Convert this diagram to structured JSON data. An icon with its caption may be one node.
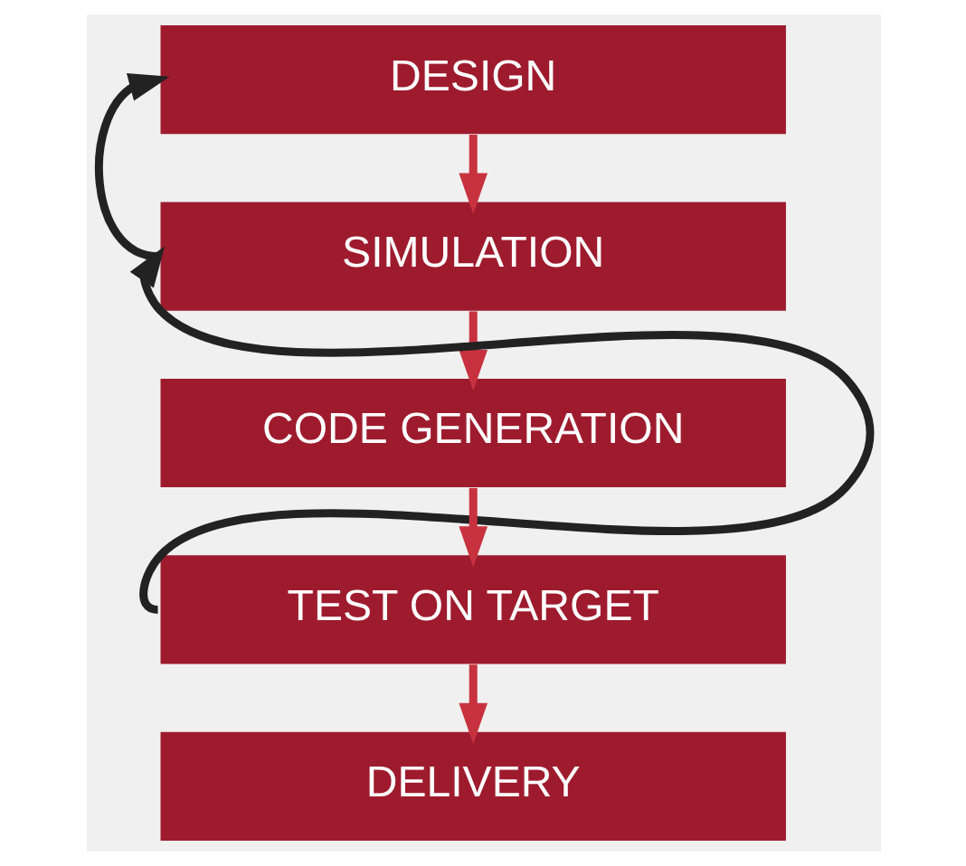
{
  "diagram": {
    "nodes": [
      {
        "text": [
          "DESIGN"
        ]
      },
      {
        "text": [
          "SIMULATION"
        ]
      },
      {
        "text": [
          "CODE GENERATION"
        ]
      },
      {
        "text": [
          "TEST ON TARGET"
        ]
      },
      {
        "text": [
          "DELIVERY"
        ]
      }
    ],
    "edges": [
      {
        "from": 0,
        "to": 1,
        "arrow": "to"
      },
      {
        "from": 1,
        "to": 2,
        "arrow": "to"
      },
      {
        "from": 2,
        "to": 3,
        "arrow": "to"
      },
      {
        "from": 3,
        "to": 4,
        "arrow": "to"
      },
      {
        "from": 1,
        "to": 0,
        "arrow": "to",
        "color": "#222222"
      },
      {
        "from": 3,
        "to": 1,
        "arrow": "to",
        "color": "#222222"
      }
    ]
  }
}
